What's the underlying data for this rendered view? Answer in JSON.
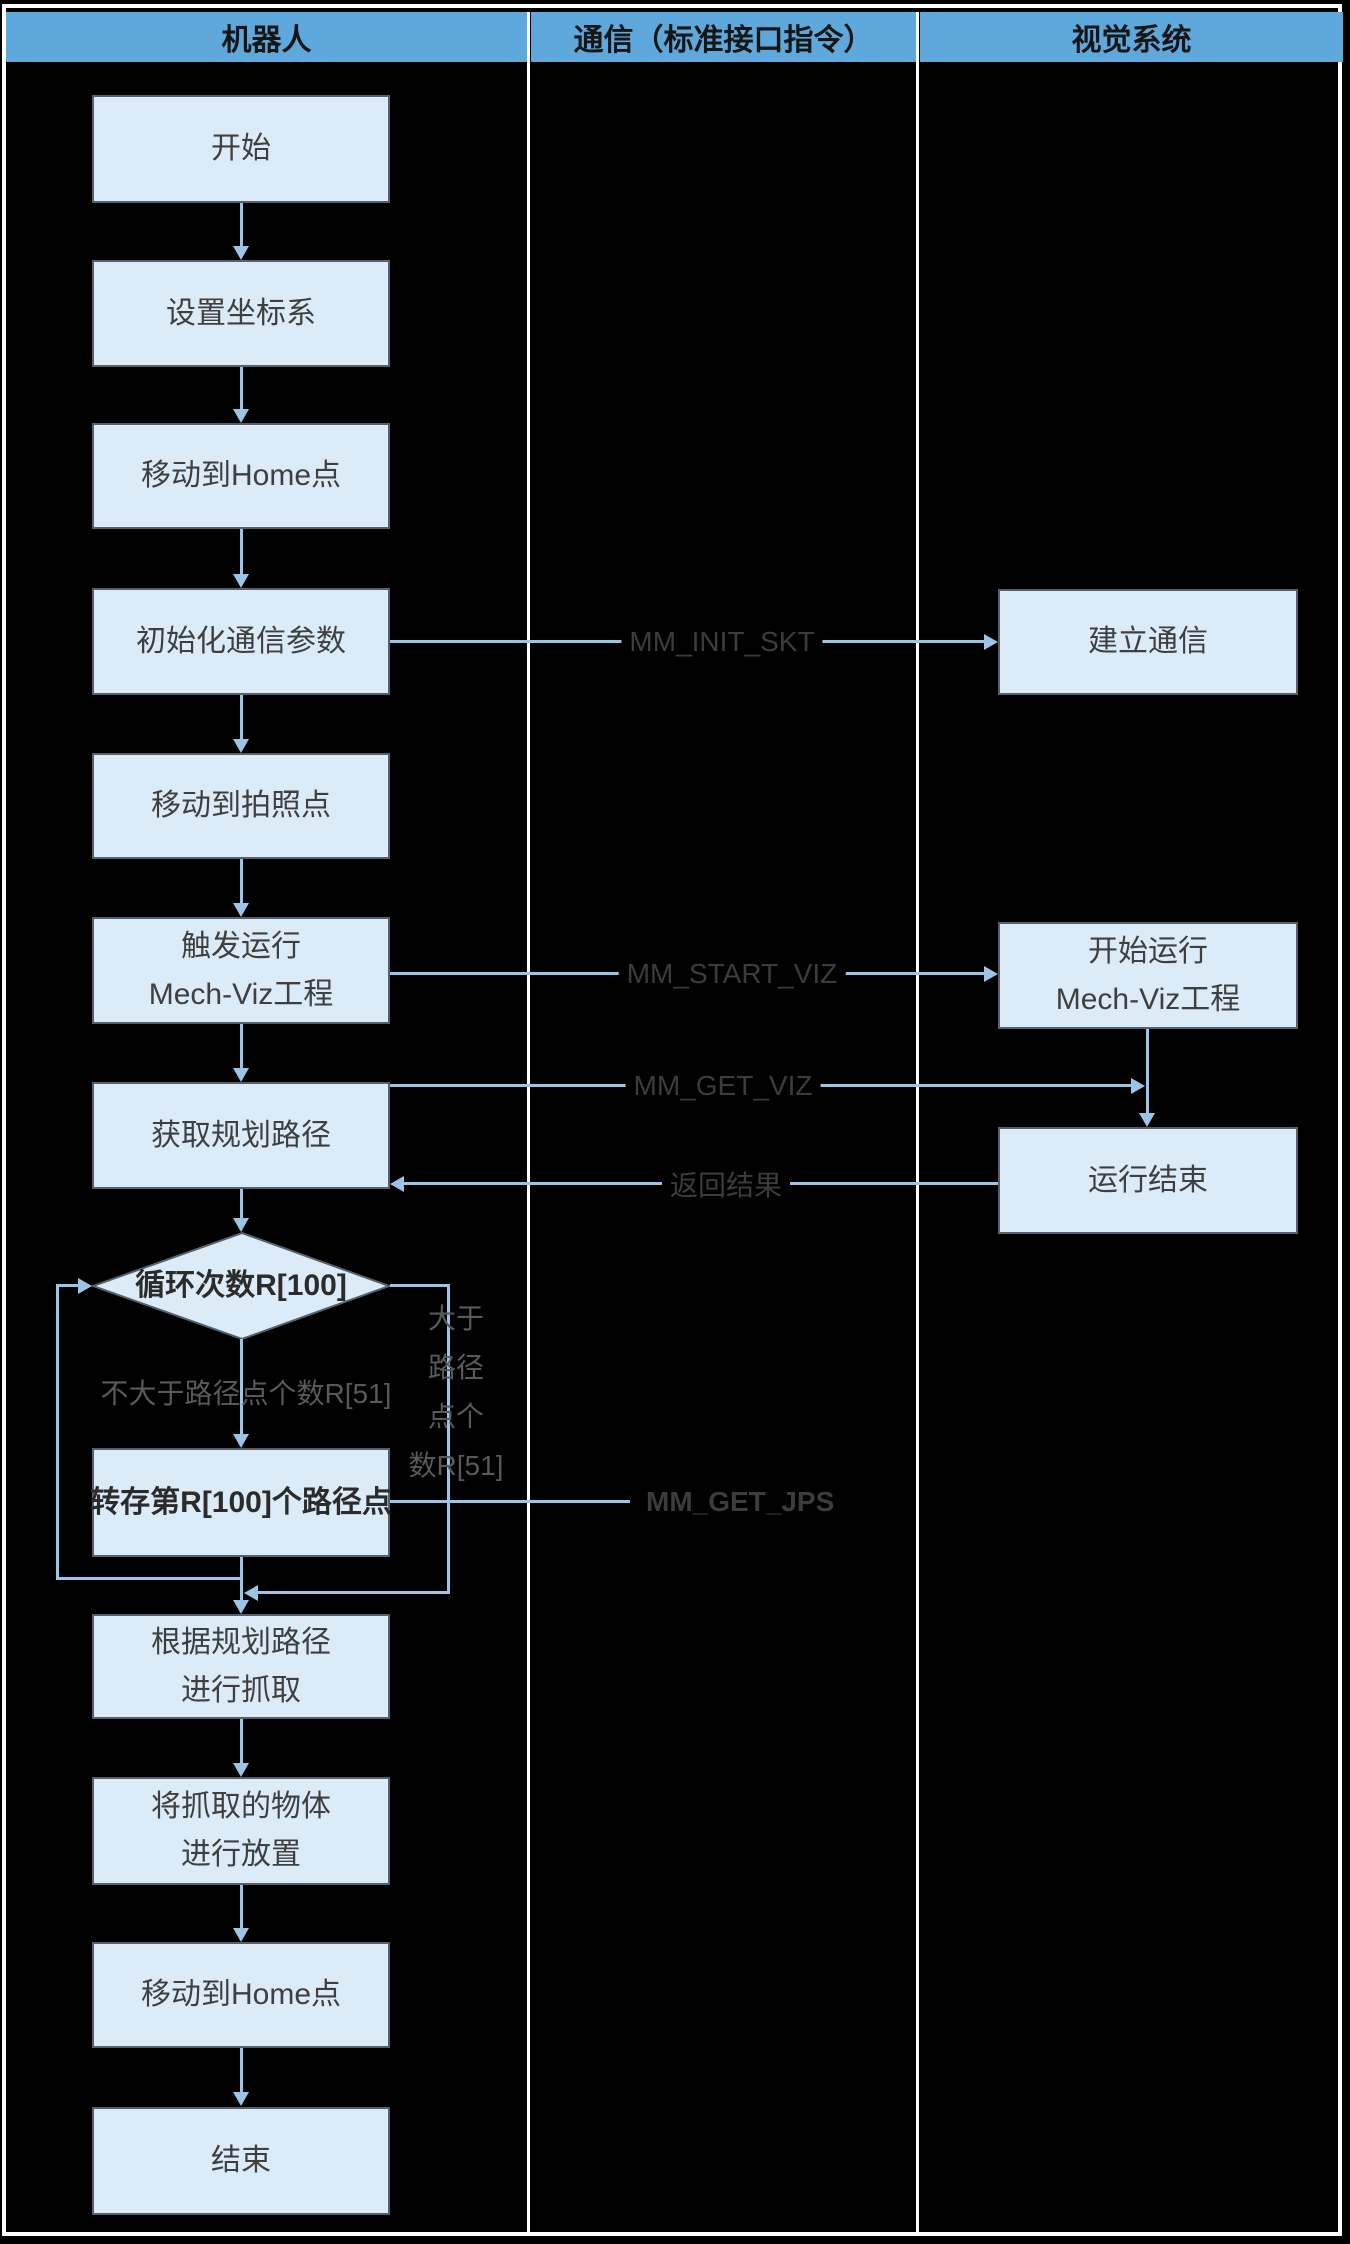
{
  "header": {
    "columns": [
      "机器人",
      "通信（标准接口指令）",
      "视觉系统"
    ]
  },
  "robot": {
    "start": "开始",
    "set_coord": "设置坐标系",
    "move_home_1": "移动到Home点",
    "init_comm": "初始化通信参数",
    "move_photo": "移动到拍照点",
    "trigger_line1": "触发运行",
    "trigger_line2": "Mech-Viz工程",
    "get_path": "获取规划路径",
    "loop_decision": "循环次数R[100]",
    "transfer": "转存第R[100]个路径点",
    "pick_line1": "根据规划路径",
    "pick_line2": "进行抓取",
    "place_line1": "将抓取的物体",
    "place_line2": "进行放置",
    "move_home_2": "移动到Home点",
    "end": "结束",
    "branch_not_greater": "不大于路径点个数R[51]",
    "branch_greater_lines": [
      "大于",
      "路径",
      "点个",
      "数R[51]"
    ]
  },
  "comm": {
    "init": "MM_INIT_SKT",
    "start_viz": "MM_START_VIZ",
    "get_viz": "MM_GET_VIZ",
    "return_result": "返回结果",
    "get_jps": "MM_GET_JPS"
  },
  "vision": {
    "establish": "建立通信",
    "run_line1": "开始运行",
    "run_line2": "Mech-Viz工程",
    "run_end": "运行结束"
  },
  "colors": {
    "header_bg": "#5FA8DC",
    "node_fill": "#DCEBF8",
    "node_border": "#54616D",
    "arrow": "#9DC3E6",
    "background": "#000000",
    "frame": "#FFFFFF",
    "node_text": "#3F3F3F",
    "label_gray": "#595959"
  }
}
